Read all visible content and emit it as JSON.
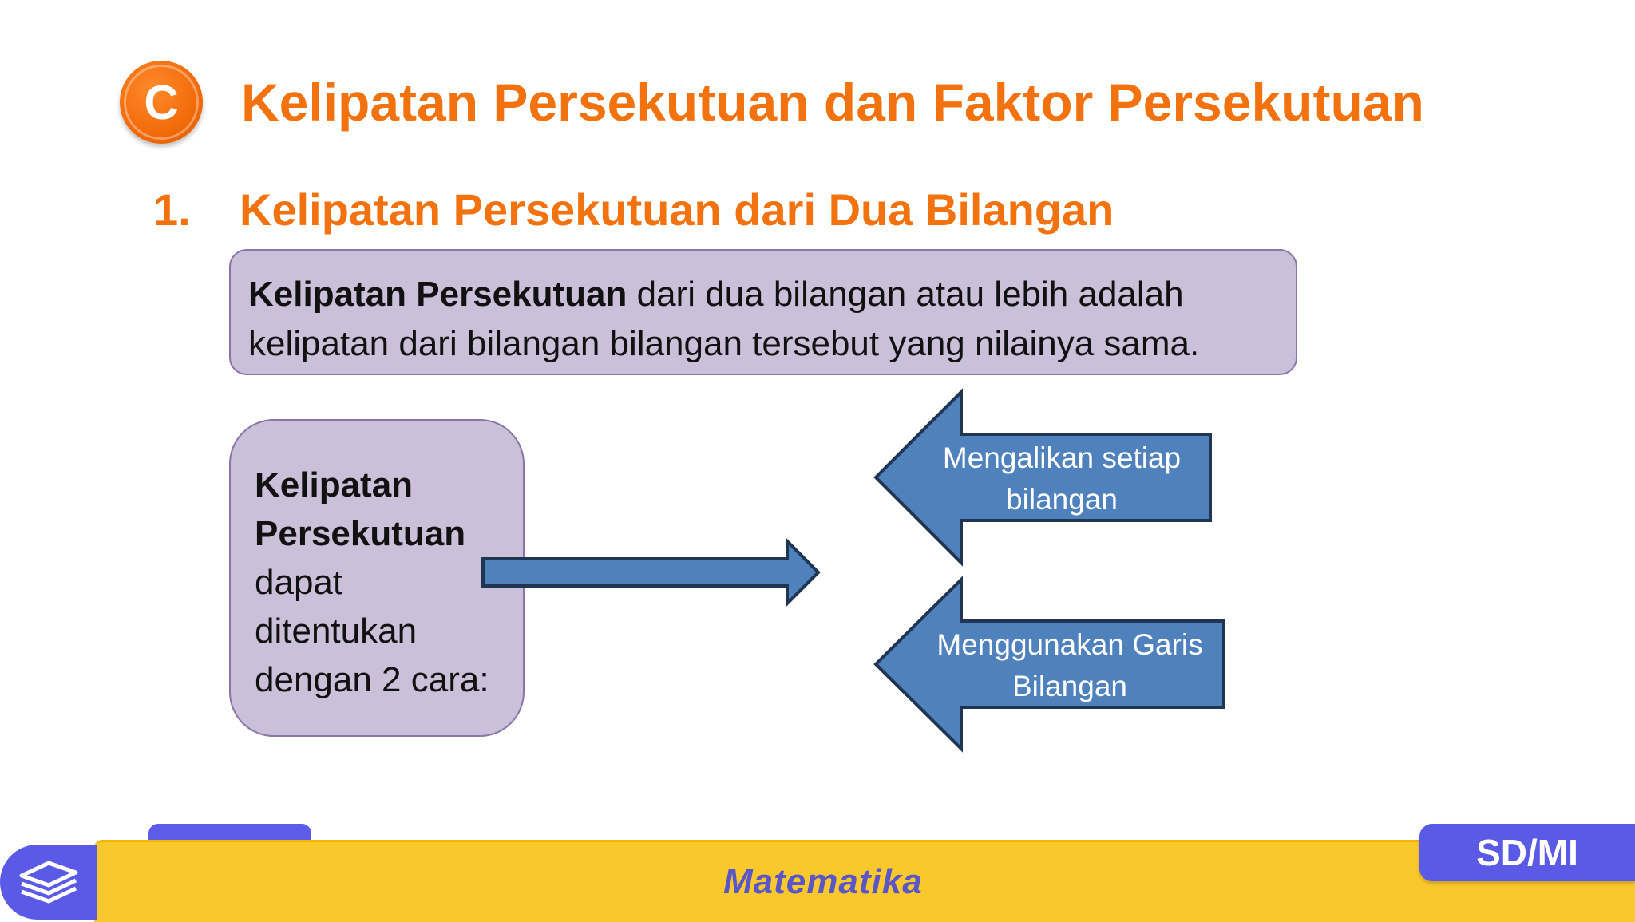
{
  "header": {
    "badge_letter": "C",
    "title": "Kelipatan Persekutuan dan Faktor Persekutuan"
  },
  "section": {
    "number": "1.",
    "heading": "Kelipatan Persekutuan dari Dua Bilangan"
  },
  "definition": {
    "bold": "Kelipatan Persekutuan",
    "rest": " dari dua bilangan atau lebih adalah kelipatan dari bilangan bilangan tersebut yang nilainya sama."
  },
  "side_box": {
    "bold": "Kelipatan Persekutuan",
    "rest": "dapat ditentukan dengan 2 cara:"
  },
  "methods": [
    {
      "label": "Mengalikan setiap bilangan"
    },
    {
      "label": "Menggunakan Garis Bilangan"
    }
  ],
  "footer": {
    "subject": "Matematika",
    "level": "SD/MI"
  },
  "colors": {
    "accent_orange": "#f2720f",
    "box_fill": "#cbc0d9",
    "arrow_fill": "#4f81bd",
    "footer_yellow": "#f9c82c",
    "footer_purple": "#5a5ae6"
  }
}
